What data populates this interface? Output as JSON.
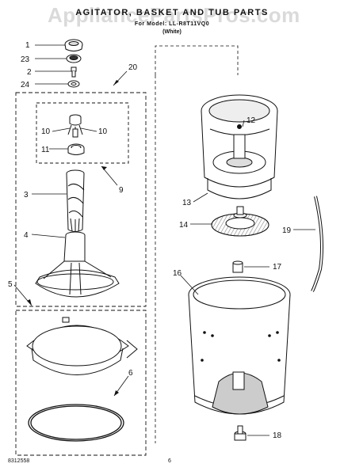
{
  "header": {
    "title": "AGITATOR, BASKET AND TUB PARTS",
    "model_line": "For Model: LL-R8T11VQ0",
    "color_line": "(White)"
  },
  "watermark": "AppliancePartsPros.com",
  "footer": {
    "doc_number": "8312558",
    "page_number": "6"
  },
  "callouts": [
    {
      "id": "1",
      "label": "1"
    },
    {
      "id": "23",
      "label": "23"
    },
    {
      "id": "2",
      "label": "2"
    },
    {
      "id": "24",
      "label": "24"
    },
    {
      "id": "20",
      "label": "20"
    },
    {
      "id": "10a",
      "label": "10"
    },
    {
      "id": "10b",
      "label": "10"
    },
    {
      "id": "11",
      "label": "11"
    },
    {
      "id": "9",
      "label": "9"
    },
    {
      "id": "3",
      "label": "3"
    },
    {
      "id": "4",
      "label": "4"
    },
    {
      "id": "5",
      "label": "5"
    },
    {
      "id": "6",
      "label": "6"
    },
    {
      "id": "12",
      "label": "12"
    },
    {
      "id": "13",
      "label": "13"
    },
    {
      "id": "14",
      "label": "14"
    },
    {
      "id": "19",
      "label": "19"
    },
    {
      "id": "17",
      "label": "17"
    },
    {
      "id": "16",
      "label": "16"
    },
    {
      "id": "18",
      "label": "18"
    }
  ]
}
